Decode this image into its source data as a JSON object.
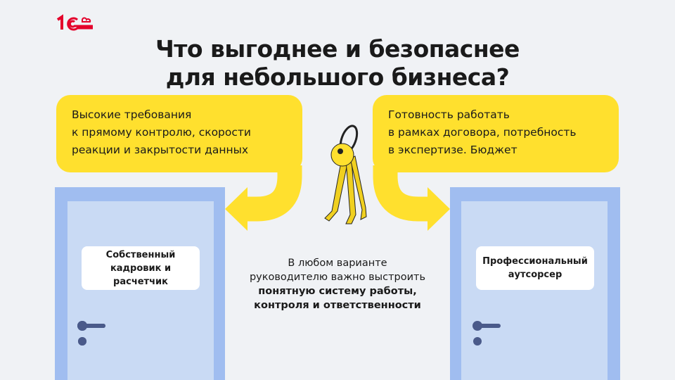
{
  "logo": "1С",
  "title": [
    "Что выгоднее и безопаснее",
    "для небольшого бизнеса?"
  ],
  "left_bubble": [
    "Высокие требования",
    "к прямому контролю, скорости",
    "реакции и закрытости данных"
  ],
  "right_bubble": [
    "Готовность работать",
    "в рамках договора, потребность",
    "в экспертизе. Бюджет"
  ],
  "left_door_label": [
    "Собственный",
    "кадровик и расчетчик"
  ],
  "right_door_label": [
    "Профессиональный",
    "аутсорсер"
  ],
  "center_text": {
    "regular": [
      "В любом варианте",
      "руководителю важно выстроить"
    ],
    "bold": [
      "понятную систему работы,",
      "контроля и ответственности"
    ]
  },
  "colors": {
    "yellow": "#ffe02e",
    "door_frame": "#a0bdf0",
    "door": "#c9daf4",
    "handle": "#4a5a8a",
    "brand": "#e4002b"
  }
}
